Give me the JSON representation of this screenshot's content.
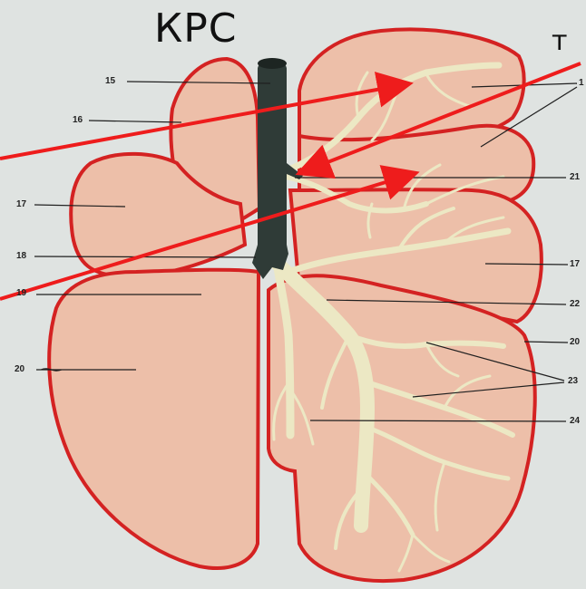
{
  "diagram": {
    "title": "КРС",
    "corner_text": "т",
    "labels": {
      "l15": "15",
      "l16": "16",
      "l17a": "17",
      "l17b": "17",
      "l18": "18",
      "l19": "19",
      "l20a": "20",
      "l20b": "20",
      "l21": "21",
      "l22": "22",
      "l23": "23",
      "l24": "24",
      "l1": "1"
    },
    "colors": {
      "background": "#dfe3e1",
      "lung_fill": "#edbfa9",
      "lung_outline": "#d42222",
      "bronchi": "#ece8c4",
      "trachea": "#2f3b37",
      "arrow": "#ee1c1c"
    }
  }
}
